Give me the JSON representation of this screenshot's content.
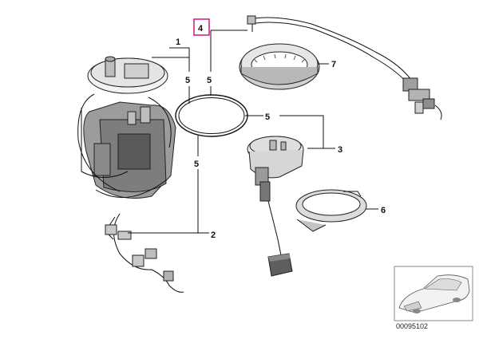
{
  "diagram": {
    "callouts": [
      "1",
      "2",
      "3",
      "4",
      "5",
      "6",
      "7"
    ],
    "ref_number": "00095102",
    "highlight_color": "#d4147a"
  }
}
